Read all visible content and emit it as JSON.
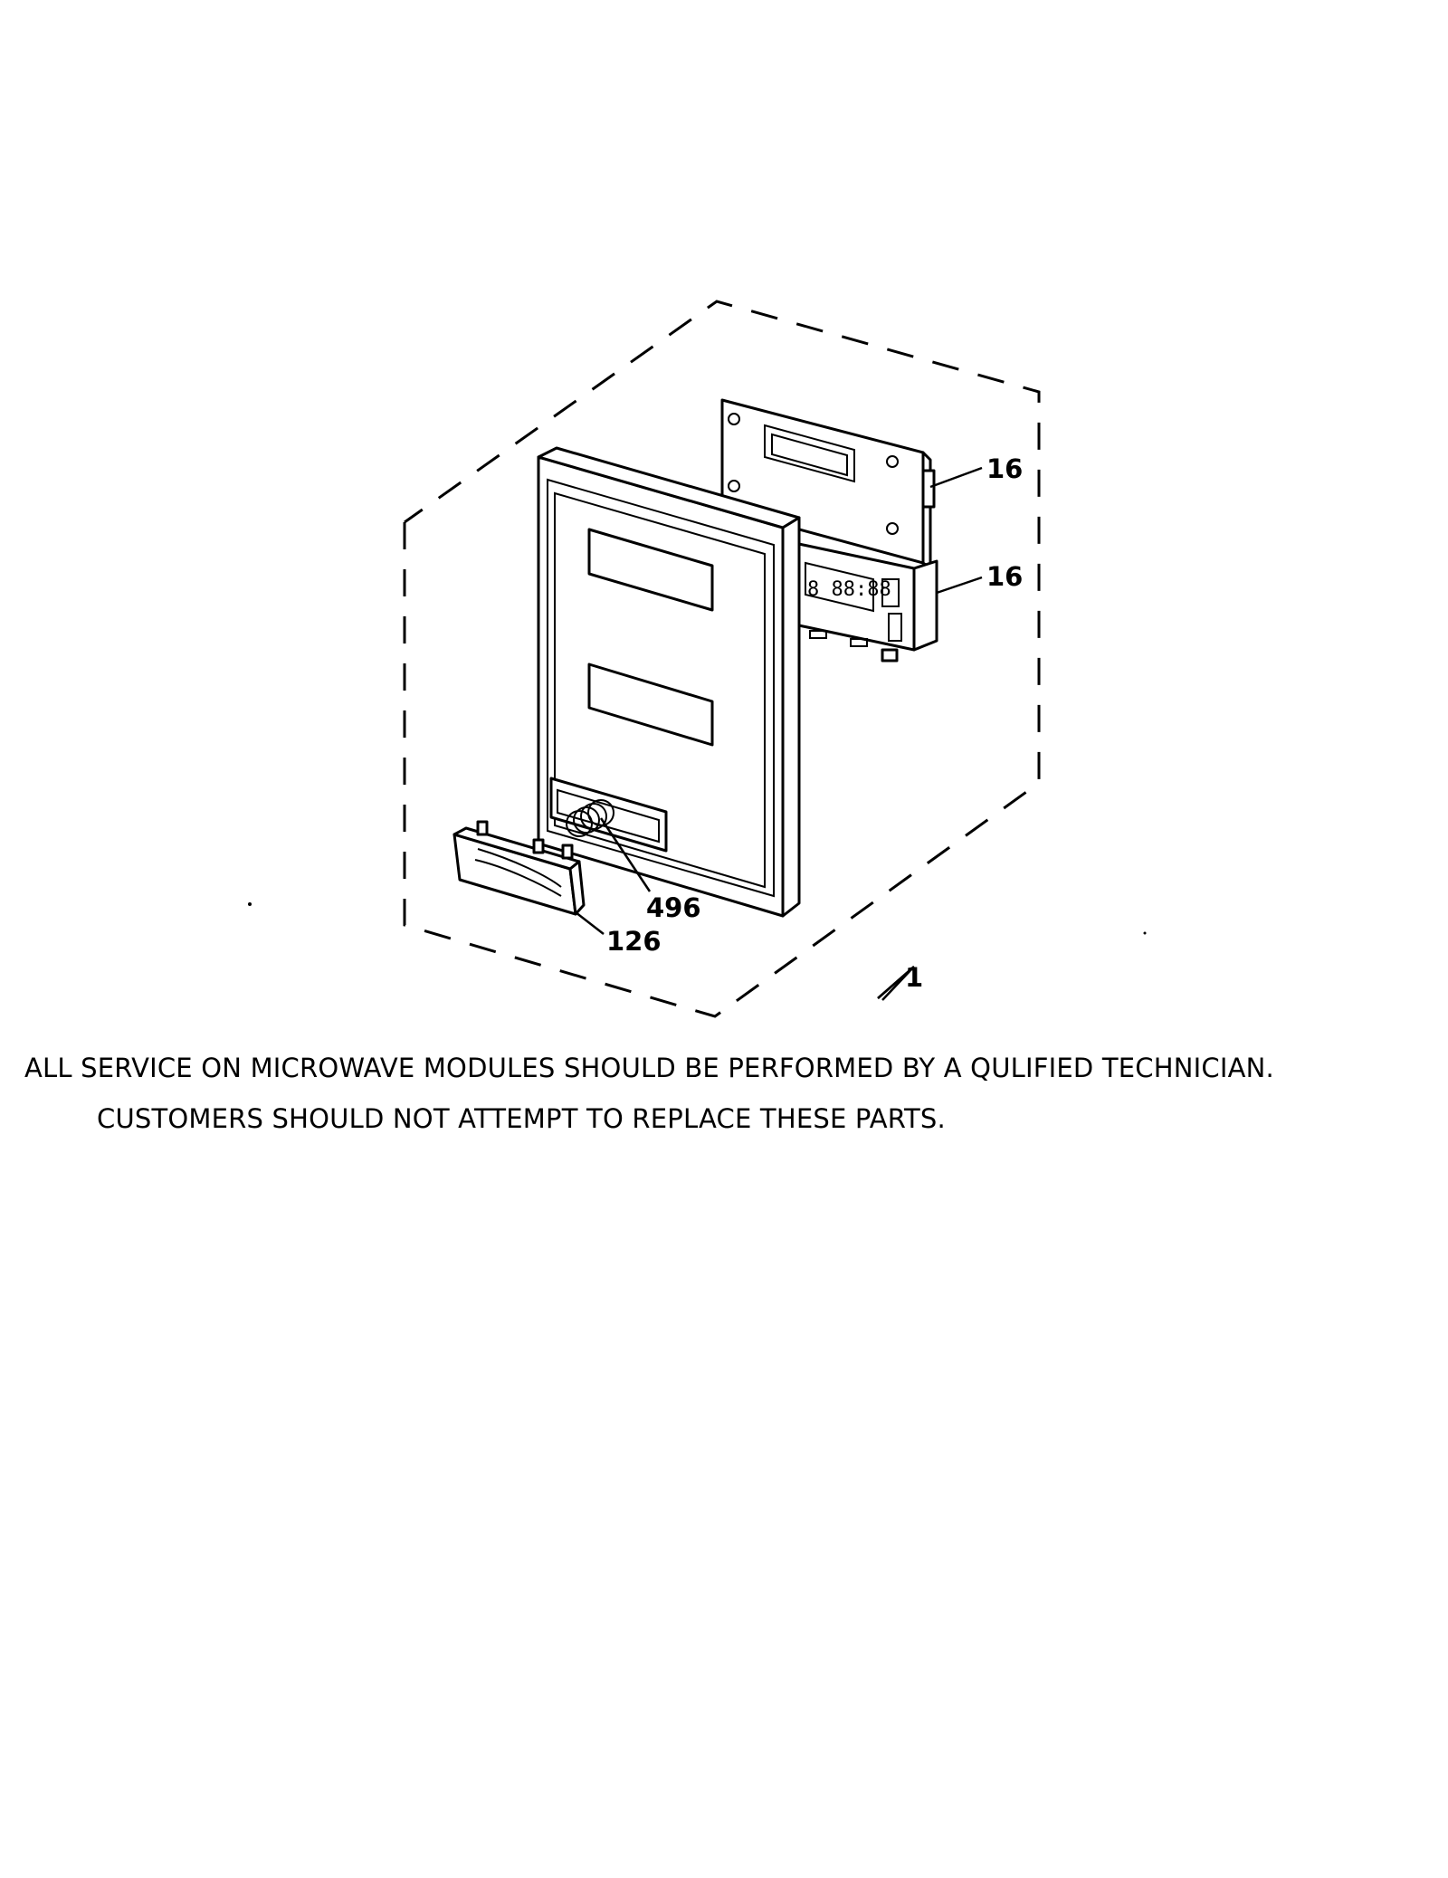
{
  "callouts": {
    "control_board_upper": "16",
    "control_board_lower": "16",
    "spring": "496",
    "door_handle": "126",
    "module_assembly": "1"
  },
  "notice": {
    "line1": "ALL SERVICE ON MICROWAVE MODULES SHOULD BE PERFORMED BY A QULIFIED TECHNICIAN.",
    "line2": "CUSTOMERS SHOULD NOT ATTEMPT TO REPLACE THESE PARTS."
  }
}
